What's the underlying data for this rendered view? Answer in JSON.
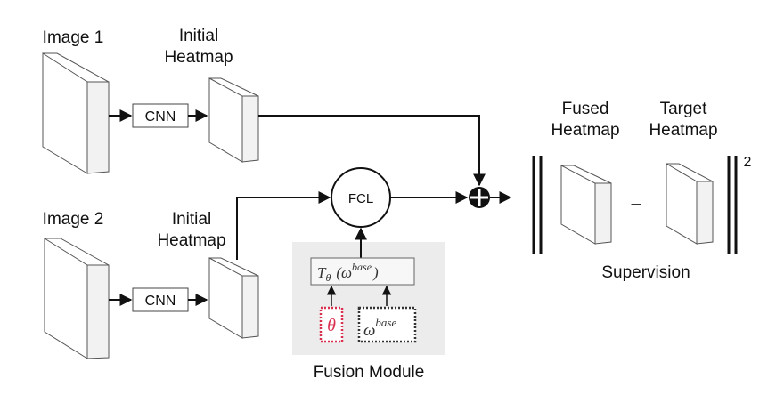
{
  "inputs": {
    "image1": "Image 1",
    "image2": "Image 2"
  },
  "heatmap_labels": {
    "initial1_line1": "Initial",
    "initial1_line2": "Heatmap",
    "initial2_line1": "Initial",
    "initial2_line2": "Heatmap",
    "fused_line1": "Fused",
    "fused_line2": "Heatmap",
    "target_line1": "Target",
    "target_line2": "Heatmap"
  },
  "blocks": {
    "cnn1": "CNN",
    "cnn2": "CNN",
    "fcl": "FCL"
  },
  "fusion_module": {
    "transform_T": "T",
    "transform_sub": "θ",
    "transform_paren_open": "(ω",
    "transform_sup": "base",
    "transform_paren_close": ")",
    "theta": "θ",
    "omega": "ω",
    "omega_sup": "base",
    "caption": "Fusion Module"
  },
  "supervision": {
    "minus": "–",
    "exponent": "2",
    "caption": "Supervision"
  },
  "colors": {
    "theta_accent": "#d9304f",
    "module_background": "#ececec",
    "stroke": "#111111"
  }
}
